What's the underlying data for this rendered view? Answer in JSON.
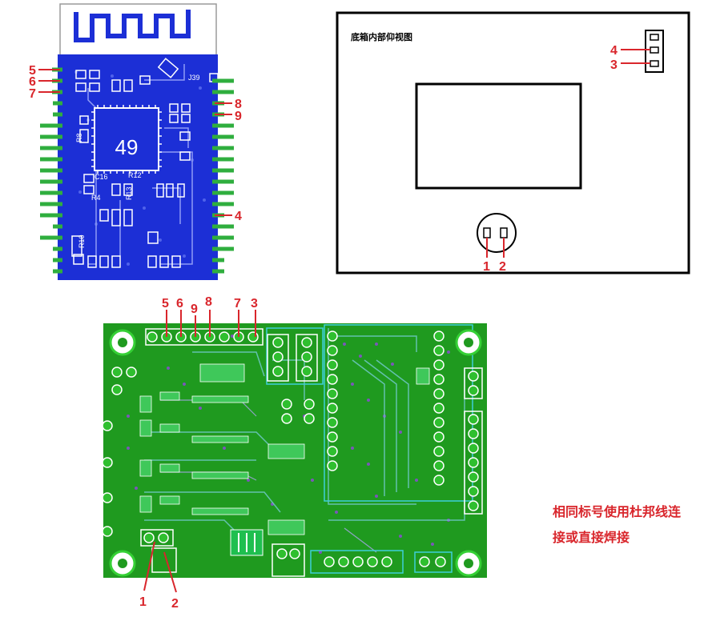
{
  "module": {
    "chip_label": "49",
    "silk": [
      "J39",
      "R8",
      "C16",
      "R13",
      "R12",
      "R10",
      "R4"
    ],
    "pin_labels": [
      "5",
      "6",
      "7",
      "8",
      "9",
      "4"
    ]
  },
  "enclosure": {
    "title": "底箱内部仰视图",
    "connector_labels": [
      "4",
      "3"
    ],
    "socket_labels": [
      "1",
      "2"
    ]
  },
  "mainboard": {
    "top_header_labels": [
      "5",
      "6",
      "9",
      "8",
      "7",
      "3"
    ],
    "bottom_labels": [
      "1",
      "2"
    ]
  },
  "note": {
    "line1": "相同标号使用杜邦线连",
    "line2": "接或直接焊接"
  },
  "colors": {
    "module_blue": "#1c2fd6",
    "pcb_green": "#1f9a1f",
    "label_red": "#d9262c"
  }
}
